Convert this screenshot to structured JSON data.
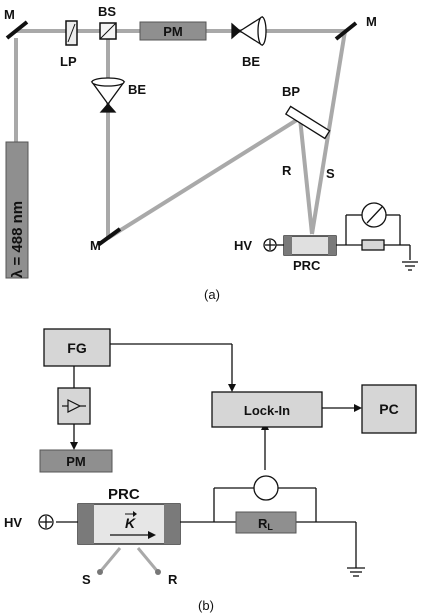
{
  "panel_a": {
    "caption": "(a)",
    "labels": {
      "mirror_top_left": "M",
      "mirror_top_right": "M",
      "mirror_bottom": "M",
      "lp": "LP",
      "bs": "BS",
      "pm": "PM",
      "be_right": "BE",
      "be_down": "BE",
      "bp": "BP",
      "r": "R",
      "s": "S",
      "hv": "HV",
      "prc": "PRC",
      "laser": "λ = 488 nm"
    }
  },
  "panel_b": {
    "caption": "(b)",
    "labels": {
      "fg": "FG",
      "lockin": "Lock-In",
      "pc": "PC",
      "pm": "PM",
      "prc": "PRC",
      "k": "K",
      "rl": "R",
      "rl_sub": "L",
      "hv": "HV",
      "s": "S",
      "r": "R"
    }
  },
  "colors": {
    "beam": "#a9a9a9",
    "box_fill": "#d6d6d6",
    "dark_fill": "#8f8f8f",
    "line": "#111111"
  }
}
